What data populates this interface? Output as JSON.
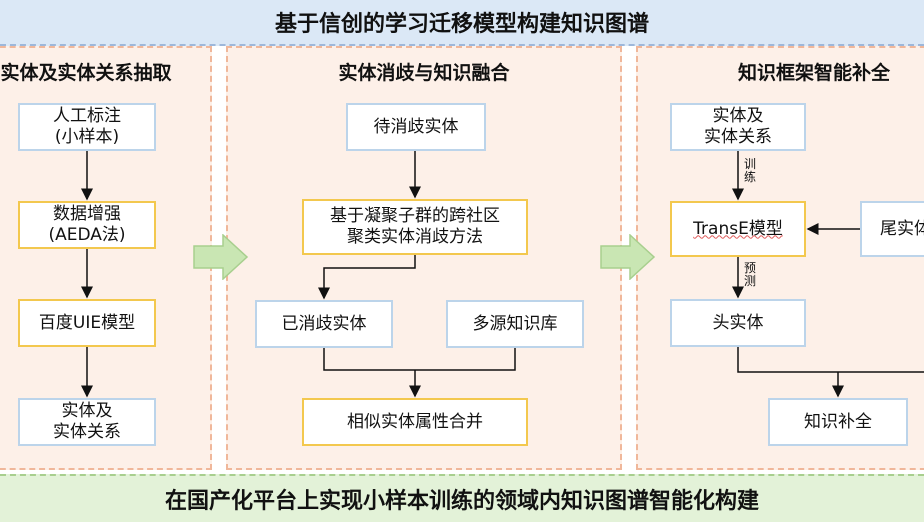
{
  "banners": {
    "top": "基于信创的学习迁移模型构建知识图谱",
    "bottom": "在国产化平台上实现小样本训练的领域内知识图谱智能化构建"
  },
  "panels": {
    "p1": {
      "title": "实体及实体关系抽取",
      "boxes": [
        "人工标注\n(小样本)",
        "数据增强\n(AEDA法)",
        "百度UIE模型",
        "实体及\n实体关系"
      ]
    },
    "p2": {
      "title": "实体消歧与知识融合",
      "boxes": [
        "待消歧实体",
        "基于凝聚子群的跨社区\n聚类实体消歧方法",
        "已消歧实体",
        "多源知识库",
        "相似实体属性合并"
      ]
    },
    "p3": {
      "title": "知识框架智能补全",
      "boxes": [
        "实体及\n实体关系",
        "TransE模型",
        "尾实体",
        "头实体",
        "知识补全"
      ],
      "labels": {
        "train": "训\n练",
        "predict": "预\n测"
      }
    }
  },
  "colors": {
    "box_blue": "#bcd4ea",
    "box_yellow": "#f3c84e",
    "panel_bg": "#fdf0e8",
    "arrow_green": "#c9e6b3"
  }
}
